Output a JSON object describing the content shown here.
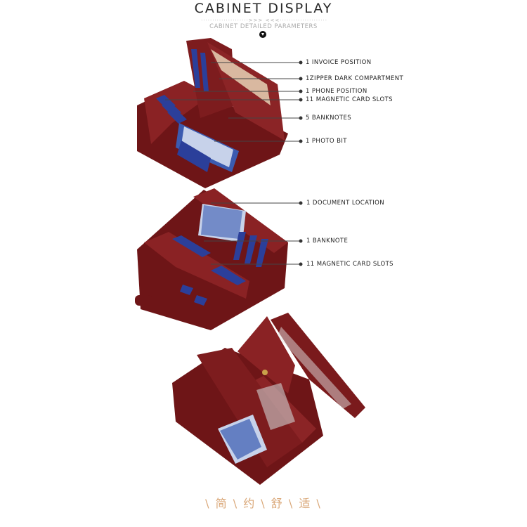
{
  "header": {
    "title": "CABINET DISPLAY",
    "divider": "·····················>>> <<<·····················",
    "subtitle": "CABINET DETAILED PARAMETERS"
  },
  "labels": [
    "1 INVOICE POSITION",
    "1ZIPPER DARK COMPARTMENT",
    "1 PHONE POSITION",
    "11 MAGNETIC CARD SLOTS",
    "5 BANKNOTES",
    "1 PHOTO BIT",
    "1 DOCUMENT LOCATION",
    "1 BANKNOTE",
    "11 MAGNETIC CARD SLOTS"
  ],
  "slogan": "\\ 简 \\ 约 \\ 舒 \\ 适 \\",
  "colors": {
    "leather": "#7a1a1c",
    "card": "#2b3f9a",
    "slogan": "#d9a676"
  }
}
